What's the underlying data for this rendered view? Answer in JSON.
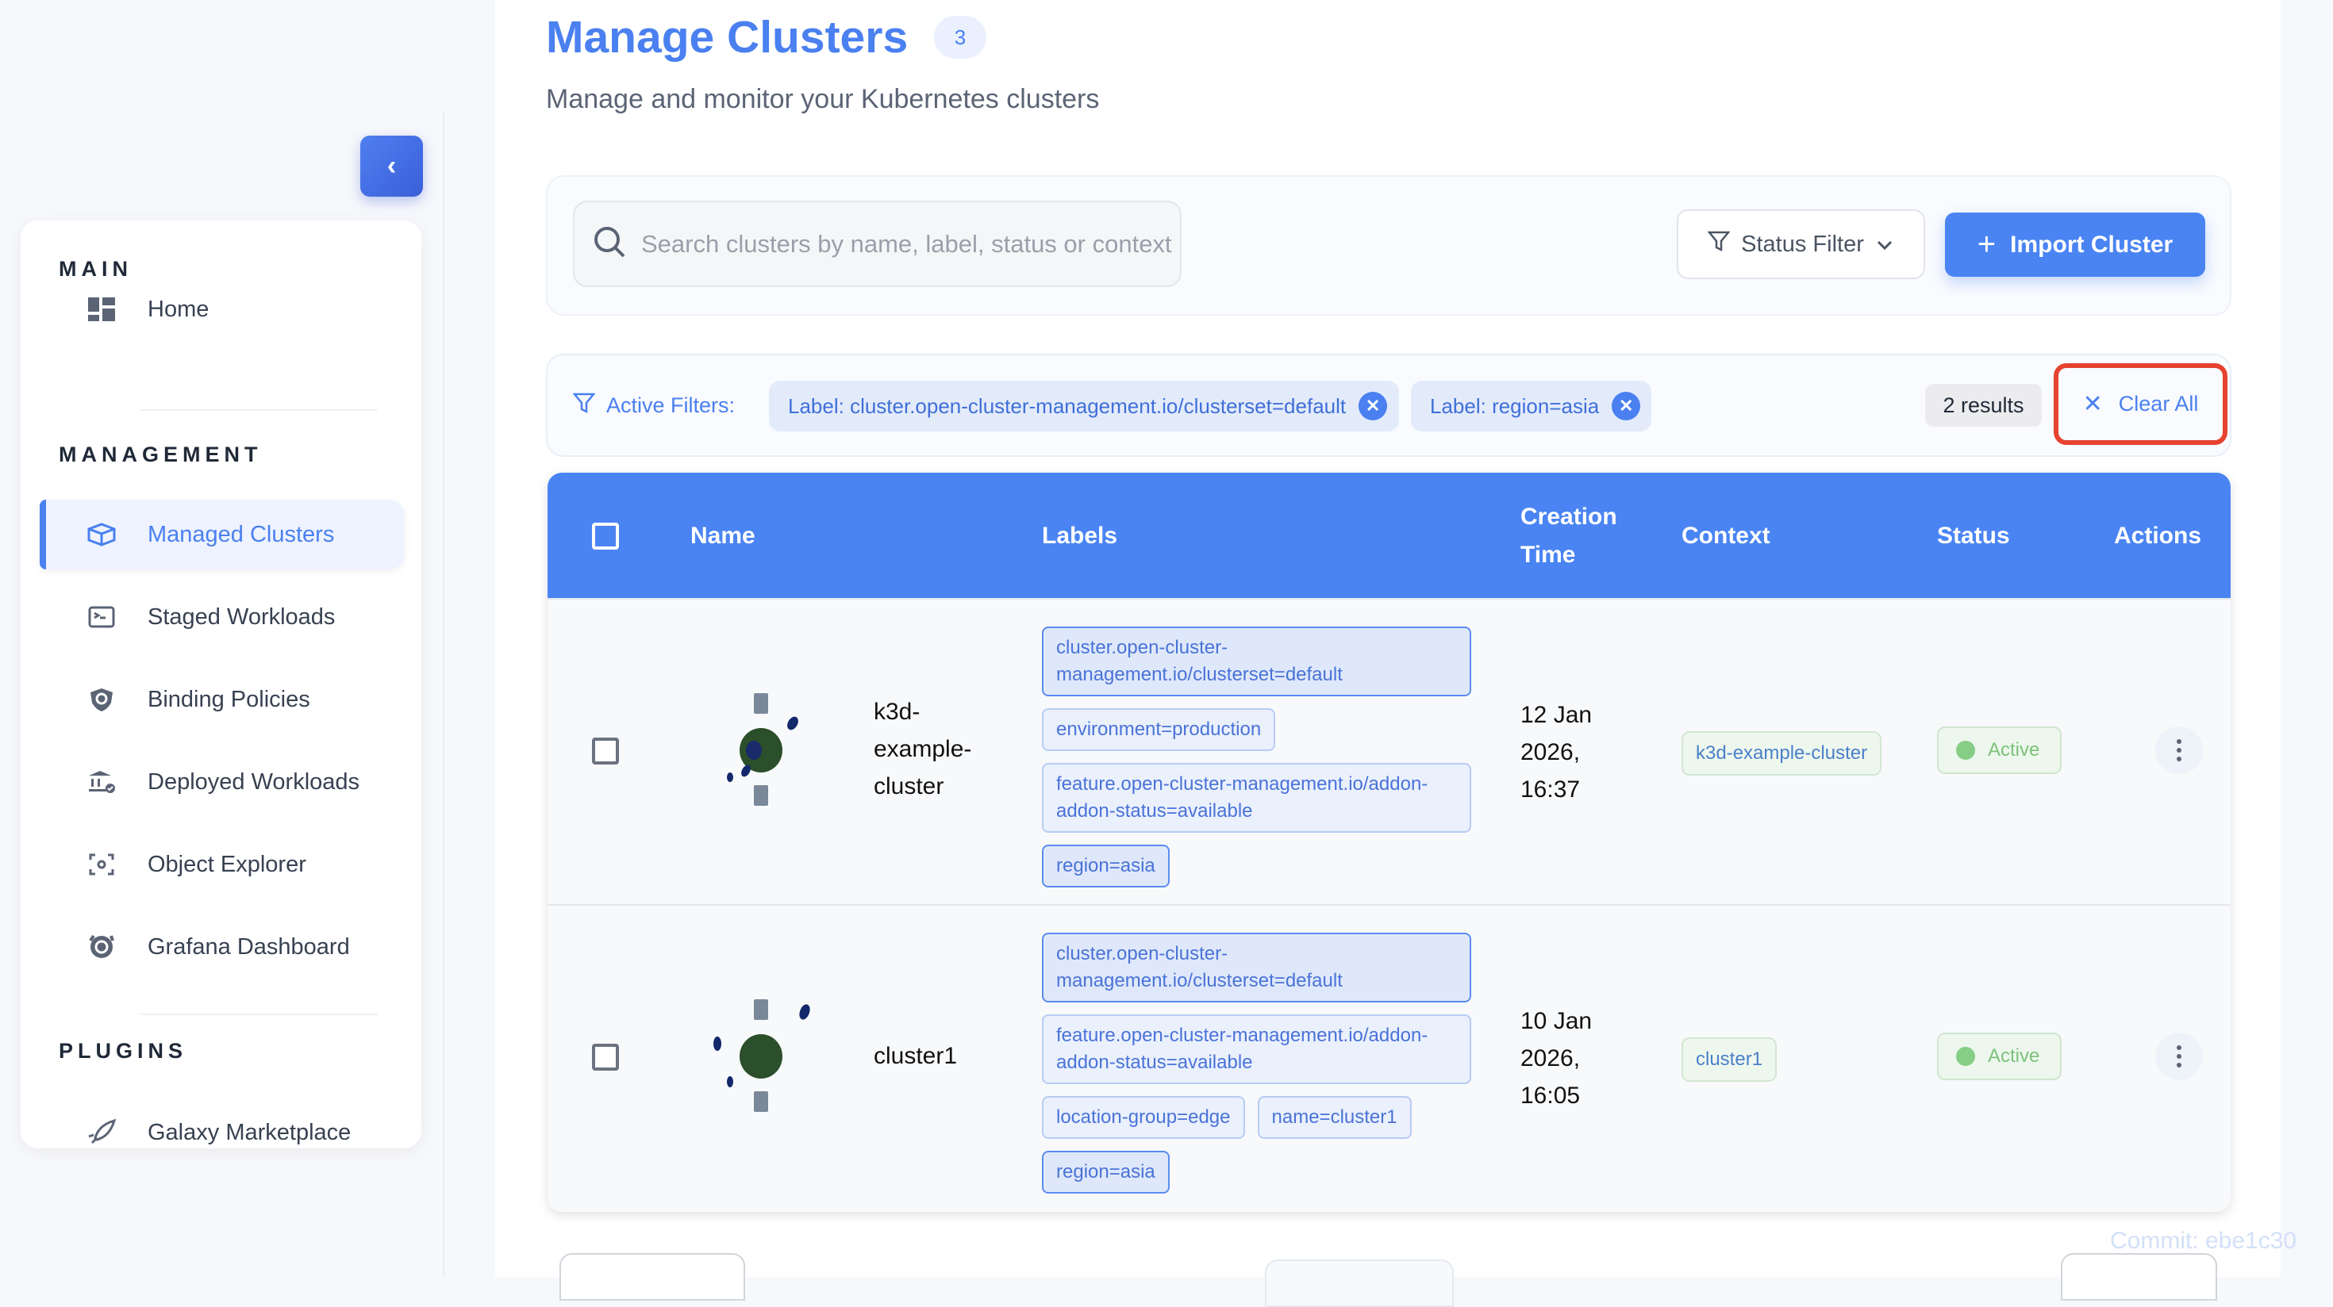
{
  "sidebar": {
    "collapse_icon": "chevron-left-icon",
    "sections": [
      {
        "title": "MAIN",
        "items": [
          {
            "label": "Home",
            "icon": "dashboard-icon"
          }
        ]
      },
      {
        "title": "MANAGEMENT",
        "items": [
          {
            "label": "Managed Clusters",
            "icon": "cube-icon",
            "active": true
          },
          {
            "label": "Staged Workloads",
            "icon": "terminal-icon"
          },
          {
            "label": "Binding Policies",
            "icon": "shield-icon"
          },
          {
            "label": "Deployed Workloads",
            "icon": "bank-check-icon"
          },
          {
            "label": "Object Explorer",
            "icon": "scan-icon"
          },
          {
            "label": "Grafana Dashboard",
            "icon": "grafana-icon"
          }
        ]
      },
      {
        "title": "PLUGINS",
        "items": [
          {
            "label": "Galaxy Marketplace",
            "icon": "rocket-icon"
          }
        ]
      }
    ]
  },
  "header": {
    "title": "Manage Clusters",
    "count": "3",
    "subtitle": "Manage and monitor your Kubernetes clusters"
  },
  "toolbar": {
    "search_placeholder": "Search clusters by name, label, status or context",
    "search_value": "",
    "status_filter_label": "Status Filter",
    "import_label": "Import Cluster"
  },
  "filters": {
    "label": "Active Filters:",
    "chips": [
      "Label: cluster.open-cluster-management.io/clusterset=default",
      "Label: region=asia"
    ],
    "results": "2 results",
    "clear_all": "Clear All"
  },
  "table": {
    "columns": [
      "Name",
      "Labels",
      "Creation Time",
      "Context",
      "Status",
      "Actions"
    ],
    "rows": [
      {
        "name": "k3d-example-cluster",
        "labels": [
          "cluster.open-cluster-management.io/clusterset=default",
          "environment=production",
          "feature.open-cluster-management.io/addon-addon-status=available",
          "region=asia"
        ],
        "created": "12 Jan 2026, 16:37",
        "context": "k3d-example-cluster",
        "status": "Active"
      },
      {
        "name": "cluster1",
        "labels": [
          "cluster.open-cluster-management.io/clusterset=default",
          "feature.open-cluster-management.io/addon-addon-status=available",
          "location-group=edge",
          "name=cluster1",
          "region=asia"
        ],
        "created": "10 Jan 2026, 16:05",
        "context": "cluster1",
        "status": "Active"
      }
    ]
  },
  "colors": {
    "accent": "#4a84f3",
    "active_status": "#86cd86",
    "highlight": "#e5432f"
  },
  "footer": {
    "commit": "Commit: ebe1c30"
  }
}
